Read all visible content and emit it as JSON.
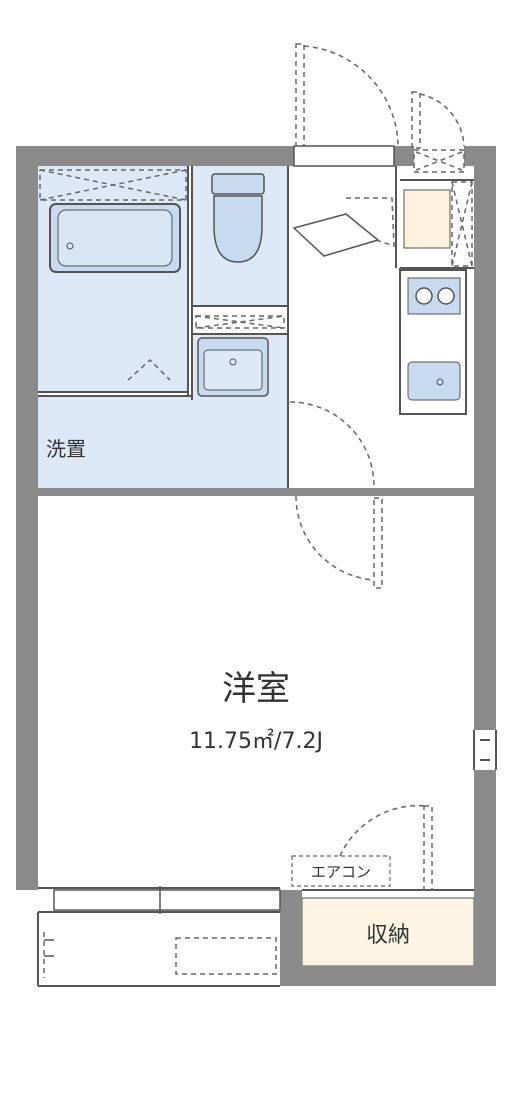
{
  "rooms": {
    "washroom": {
      "label": "洗置"
    },
    "western": {
      "label": "洋室",
      "area": "11.75㎡/7.2J"
    },
    "aircon": {
      "label": "エアコン"
    },
    "storage": {
      "label": "収納"
    }
  },
  "colors": {
    "wall": "#8a8a8a",
    "wet_area": "#dce8f6",
    "fixture": "#c8daf0",
    "storage_fill": "#fdf5e4",
    "shoe_fill": "#fdf3dc",
    "line": "#555555",
    "door": "#666666"
  }
}
